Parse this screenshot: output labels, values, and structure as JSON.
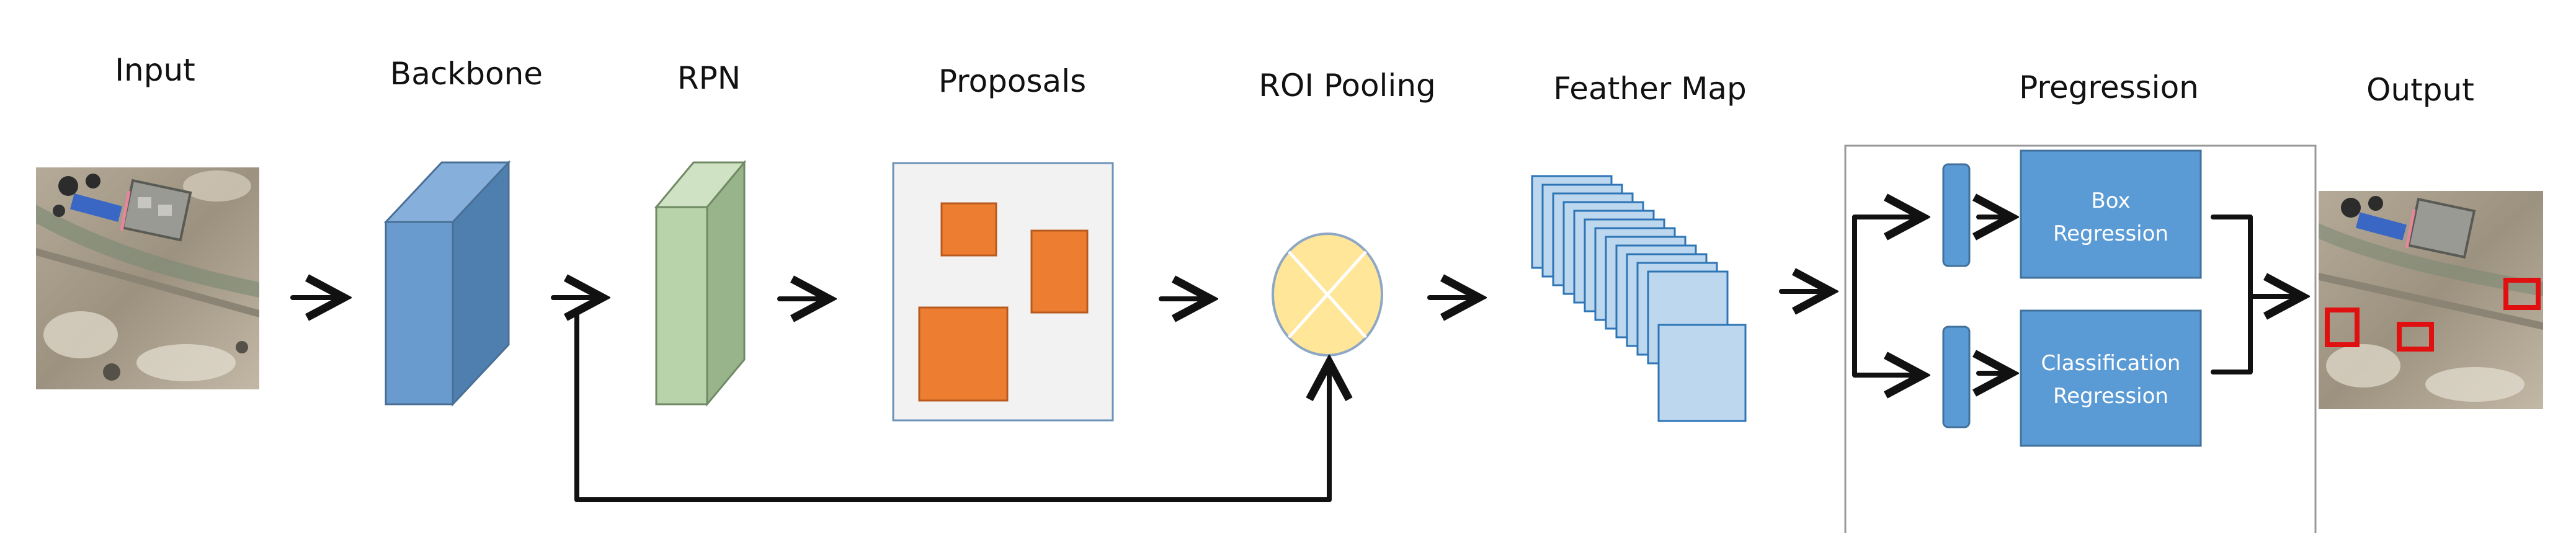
{
  "diagram": {
    "stages": {
      "input": "Input",
      "backbone": "Backbone",
      "rpn": "RPN",
      "proposals": "Proposals",
      "roi_pooling": "ROI Pooling",
      "feather_map": "Feather Map",
      "pregression": "Pregression",
      "output": "Output"
    },
    "pregression_blocks": {
      "box_line1": "Box",
      "box_line2": "Regression",
      "cls_line1": "Classification",
      "cls_line2": "Regression"
    },
    "colors": {
      "backbone_front": "#6a9bce",
      "backbone_side": "#4f7fae",
      "backbone_top": "#86b0db",
      "rpn_front": "#b8d3a9",
      "rpn_side": "#98b48b",
      "rpn_top": "#cfe2c3",
      "proposal_box": "#ed7d31",
      "roi_fill": "#ffe699",
      "feature_fill": "#bdd7ee",
      "feature_stroke": "#2e75b6",
      "regression_block": "#5b9bd5",
      "detection_box": "#e01010",
      "arrow": "#111111"
    }
  }
}
